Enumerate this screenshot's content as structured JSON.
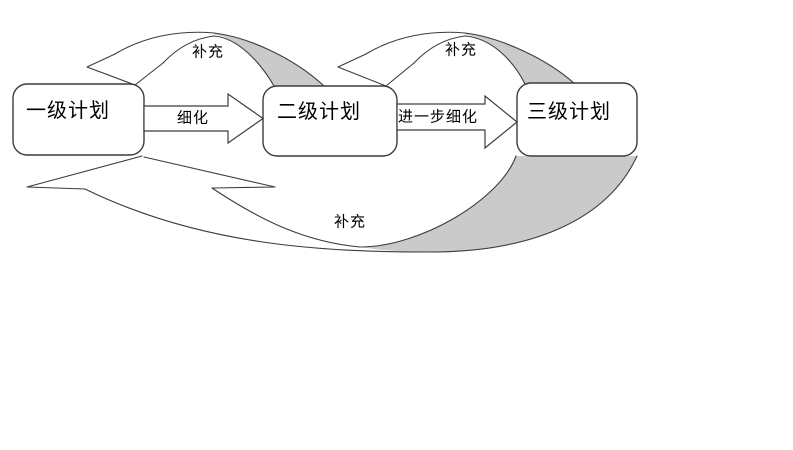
{
  "colors": {
    "background": "#ffffff",
    "line": "#3c3c3c",
    "shape_fill": "#ffffff",
    "ribbon_underside_gray": "#cacaca",
    "text": "#000000"
  },
  "boxes": [
    {
      "label": "一级计划"
    },
    {
      "label": "二级计划"
    },
    {
      "label": "三级计划"
    }
  ],
  "flow_arrows": [
    {
      "label": "细化"
    },
    {
      "label": "进一步细化"
    }
  ],
  "feedback_arrows": [
    {
      "label": "补充"
    },
    {
      "label": "补充"
    },
    {
      "label": "补充"
    }
  ]
}
